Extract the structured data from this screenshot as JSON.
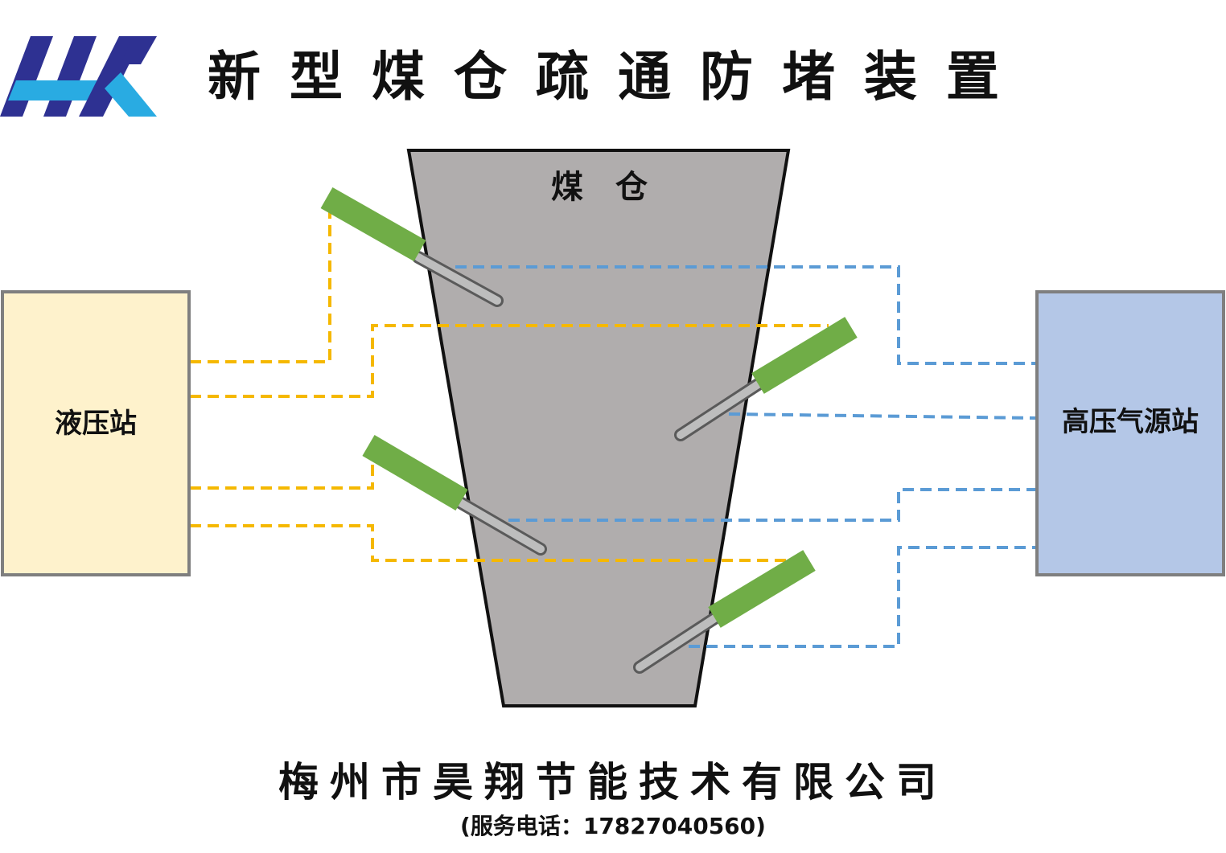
{
  "title": "新型煤仓疏通防堵装置",
  "bin": {
    "label": "煤　仓"
  },
  "left_station": {
    "label": "液压站"
  },
  "right_station": {
    "label": "高压气源站"
  },
  "footer": {
    "company": "梅州市昊翔节能技术有限公司",
    "phone": "(服务电话：17827040560)"
  },
  "colors": {
    "bin_fill": "#b0adad",
    "hydraulic_line": "#f5b800",
    "air_line": "#5b9bd5",
    "actuator_green": "#70ad47",
    "hydraulic_box": "#fef2cc",
    "air_box": "#b4c7e7",
    "logo_navy": "#2e3192",
    "logo_cyan": "#29abe2"
  }
}
